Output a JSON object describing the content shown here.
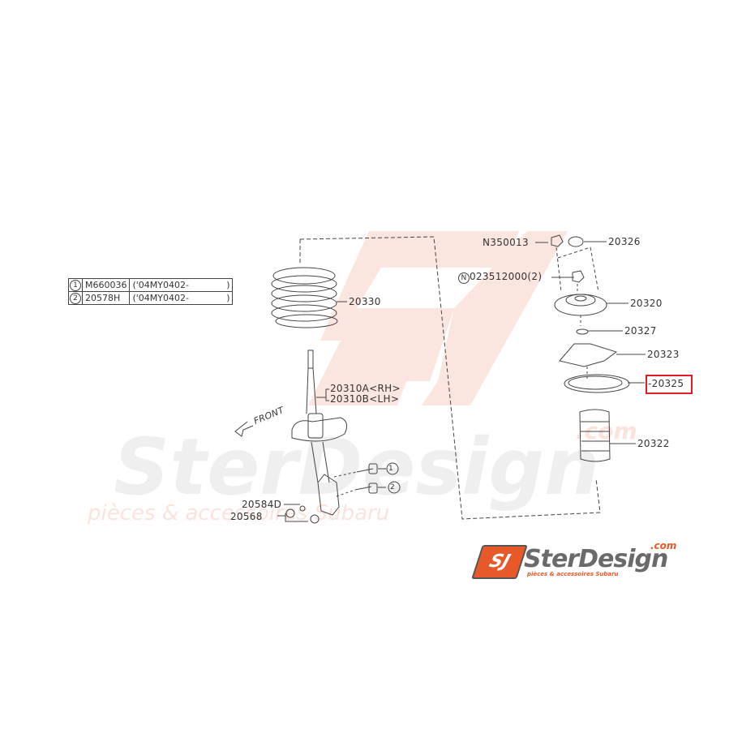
{
  "diagram": {
    "title": "Front strut / coil spring assembly parts diagram",
    "watermark": {
      "brand": "SterDesign",
      "domain_suffix": ".com",
      "tagline": "pièces & accessoires Subaru"
    },
    "legend": {
      "rows": [
        {
          "ref": "1",
          "part": "M660036",
          "range": "('04MY0402-",
          "end": ")"
        },
        {
          "ref": "2",
          "part": "20578H",
          "range": "('04MY0402-",
          "end": ")"
        }
      ]
    },
    "labels": {
      "spring": "20330",
      "strut_rh": "20310A<RH>",
      "strut_lh": "20310B<LH>",
      "front": "FRONT",
      "bolt_ref_1": "1",
      "bolt_ref_2": "2",
      "washer": "20584D",
      "nut": "20568",
      "top_nut": "N350013",
      "cap": "20326",
      "mount_nut_prefix": "N",
      "mount_nut": "023512000(2)",
      "top_mount": "20320",
      "bushing": "20327",
      "spring_seat": "20323",
      "rubber_seat": "-20325",
      "dust_boot": "20322"
    },
    "highlighted_part": "20325",
    "highlight_color": "#e31b23",
    "logo": {
      "mark": "SJ",
      "name": "SterDesign",
      "com": ".com",
      "sub": "pièces & accessoires Subaru",
      "accent_color": "#e8592a"
    }
  }
}
